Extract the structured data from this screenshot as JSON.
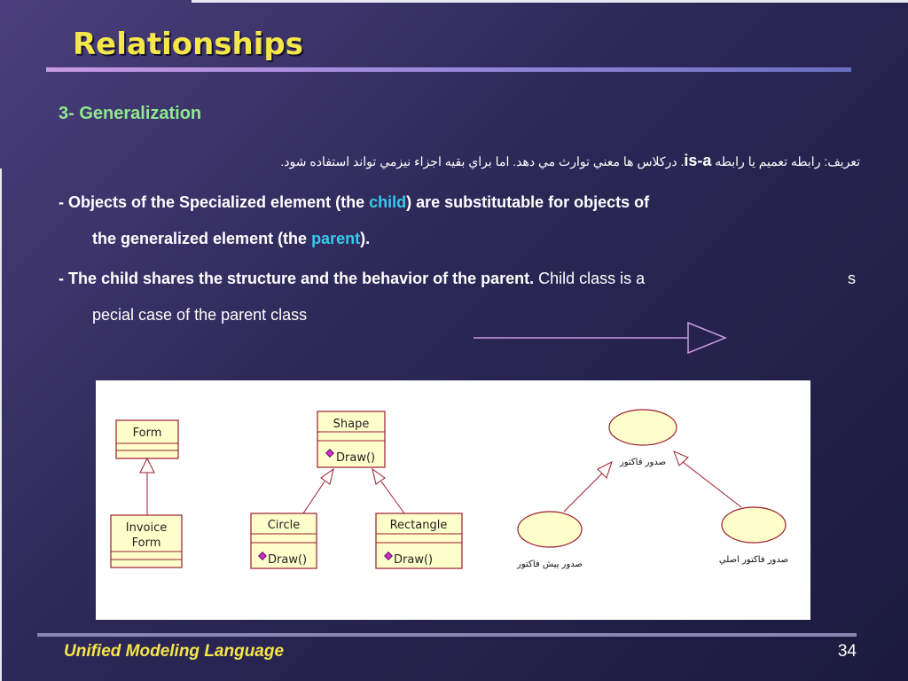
{
  "slide": {
    "title": "Relationships",
    "subheading": "3- Generalization",
    "persian_before": "تعریف: رابطه تعمیم یا رابطه ",
    "persian_isa": "is-a",
    "persian_after": ". درکلاس ها معني توارث مي دهد. اما براي بقيه اجزاء نيزمي تواند استفاده شود.",
    "bullet1": {
      "part1": "- Objects of the Specialized element (the ",
      "child": "child",
      "part2": ") are substitutable for objects of",
      "part3": "the generalized element (the ",
      "parent": "parent",
      "part4": ")."
    },
    "bullet2": {
      "bold": "- The child shares the structure and the behavior of the parent.",
      "normal": " Child class is a",
      "trail": "s",
      "line2": "pecial case of the parent class"
    },
    "footer_left": "Unified Modeling Language",
    "page_number": "34"
  },
  "diagram": {
    "form_name": "Form",
    "invoice_line1": "Invoice",
    "invoice_line2": "Form",
    "shape_name": "Shape",
    "shape_op": "Draw()",
    "circle_name": "Circle",
    "circle_op": "Draw()",
    "rect_name": "Rectangle",
    "rect_op": "Draw()",
    "uc_top": "صدور فاکتور",
    "uc_left": "صدور پیش فاکتور",
    "uc_right": "صدور فاکتور اصلي"
  },
  "colors": {
    "title": "#f5e64a",
    "subheading": "#8ee88e",
    "highlight": "#33ccee",
    "uml_border": "#9a1b2e",
    "uml_fill": "#ffffcc"
  }
}
